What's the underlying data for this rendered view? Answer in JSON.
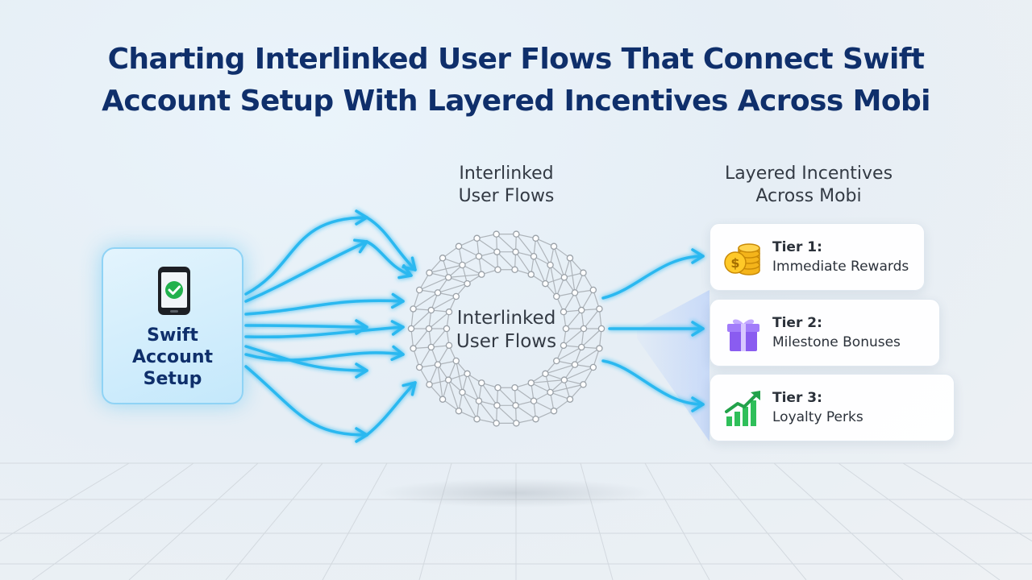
{
  "title": {
    "line1": "Charting Interlinked User Flows That Connect Swift",
    "line2": "Account Setup With Layered Incentives Across Mobi"
  },
  "middle_heading": {
    "line1": "Interlinked",
    "line2": "User Flows"
  },
  "right_heading": {
    "line1": "Layered Incentives",
    "line2": "Across Mobi"
  },
  "source": {
    "icon": "smartphone-check-icon",
    "label_line1": "Swift",
    "label_line2": "Account",
    "label_line3": "Setup"
  },
  "hub": {
    "line1": "Interlinked",
    "line2": "User Flows"
  },
  "tiers": [
    {
      "name": "Tier 1:",
      "desc": "Immediate Rewards",
      "icon": "coin-stack-icon"
    },
    {
      "name": "Tier 2:",
      "desc": "Milestone Bonuses",
      "icon": "gift-box-icon"
    },
    {
      "name": "Tier 3:",
      "desc": "Loyalty Perks",
      "icon": "growth-chart-icon"
    }
  ],
  "colors": {
    "title": "#0f2f6b",
    "flow_arrow": "#27b8f0",
    "source_card": "#c4e8fb",
    "hub_network": "#a8aeb5"
  }
}
